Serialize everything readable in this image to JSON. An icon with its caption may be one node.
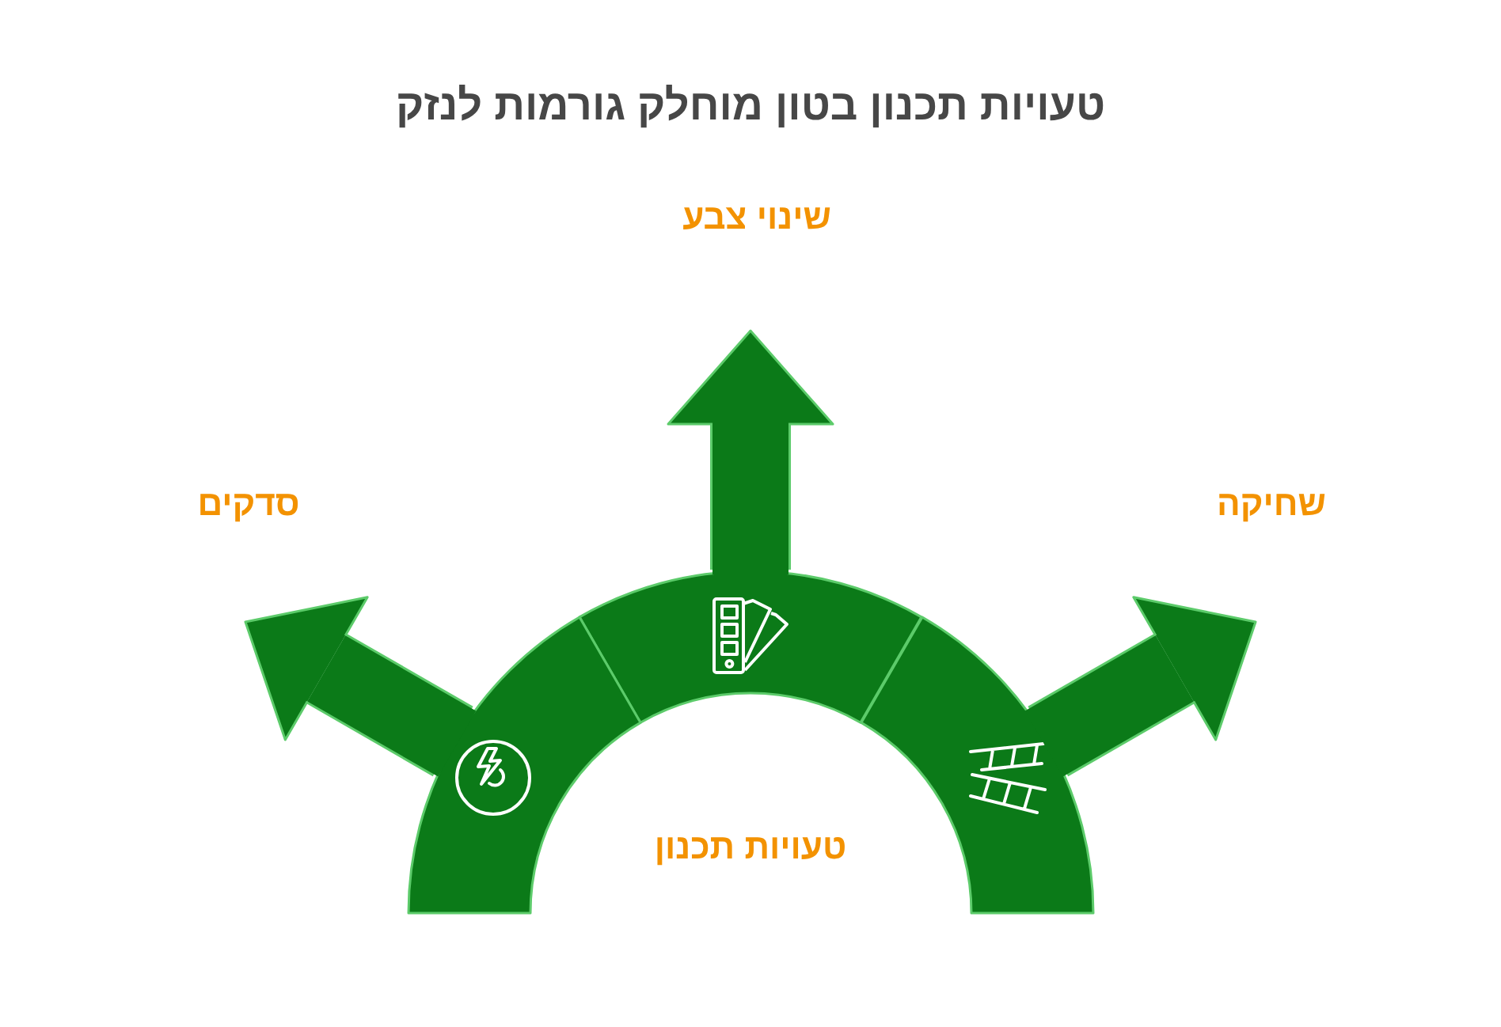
{
  "diagram": {
    "title": "טעויות תכנון בטון מוחלק גורמות לנזק",
    "nodes": [
      {
        "text": [
          "שינוי צבע"
        ]
      },
      {
        "text": [
          "שחיקה"
        ]
      },
      {
        "text": [
          "סדקים"
        ]
      },
      {
        "text": [],
        "shape": "arc"
      },
      {
        "text": [],
        "shape": "arc"
      },
      {
        "text": [],
        "shape": "arc"
      },
      {
        "text": [
          "טעויות תכנון"
        ]
      }
    ],
    "edges": [
      {
        "from": 3,
        "to": 0,
        "arrow": "to"
      },
      {
        "from": 4,
        "to": 1,
        "arrow": "to"
      },
      {
        "from": 5,
        "to": 2,
        "arrow": "to"
      }
    ]
  }
}
